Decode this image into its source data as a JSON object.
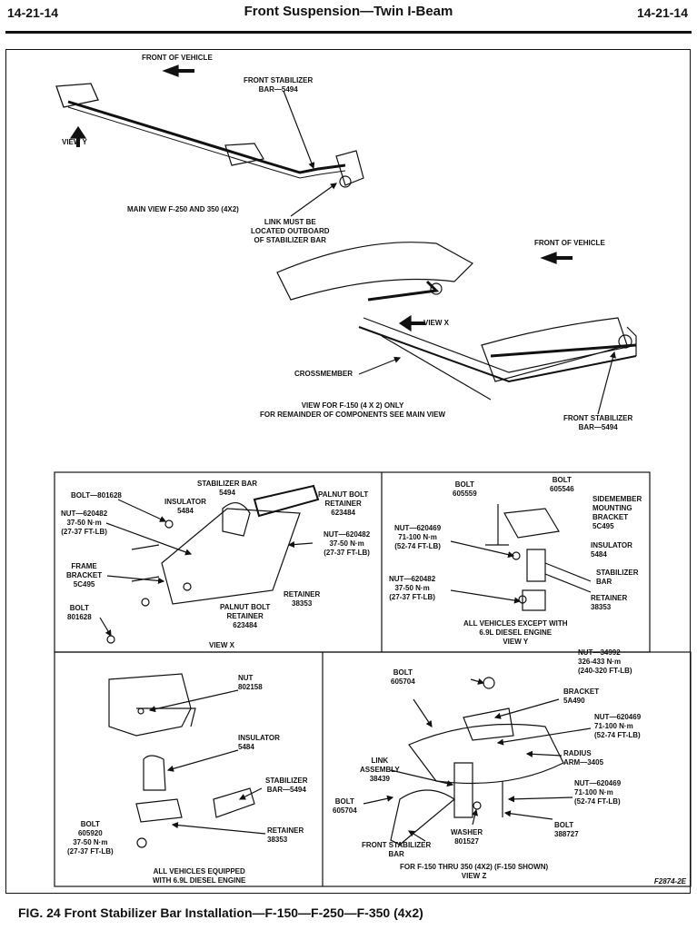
{
  "header": {
    "page_left": "14-21-14",
    "title": "Front Suspension—Twin I-Beam",
    "page_right": "14-21-14"
  },
  "main": {
    "front_of_vehicle_1": "FRONT OF VEHICLE",
    "stabilizer_bar_top": "FRONT STABILIZER\nBAR—5494",
    "view_y_arrow": "VIEW Y",
    "main_view_caption": "MAIN VIEW F-250 AND 350 (4X2)",
    "link_note": "LINK MUST BE\nLOCATED OUTBOARD\nOF STABILIZER BAR",
    "front_of_vehicle_2": "FRONT OF VEHICLE",
    "view_x_arrow": "VIEW X",
    "crossmember": "CROSSMEMBER",
    "f150_caption": "VIEW FOR F-150 (4 X 2) ONLY\nFOR REMAINDER OF COMPONENTS SEE MAIN VIEW",
    "stabilizer_bar_right": "FRONT STABILIZER\nBAR—5494"
  },
  "view_x": {
    "bolt_801628_top": "BOLT—801628",
    "stabilizer_bar": "STABILIZER BAR\n5494",
    "insulator": "INSULATOR\n5484",
    "palnut_retainer_top": "PALNUT BOLT\nRETAINER\n623484",
    "nut_620482_left": "NUT—620482\n37-50 N·m\n(27-37 FT-LB)",
    "nut_620482_right": "NUT—620482\n37-50 N·m\n(27-37 FT-LB)",
    "frame_bracket": "FRAME\nBRACKET\n5C495",
    "retainer": "RETAINER\n38353",
    "bolt_801628_bottom": "BOLT\n801628",
    "palnut_retainer_bottom": "PALNUT BOLT\nRETAINER\n623484",
    "caption": "VIEW X"
  },
  "view_y": {
    "bolt_605559": "BOLT\n605559",
    "bolt_605546": "BOLT\n605546",
    "sidemember_bracket": "SIDEMEMBER\nMOUNTING\nBRACKET\n5C495",
    "nut_620469": "NUT—620469\n71-100 N·m\n(52-74 FT-LB)",
    "insulator": "INSULATOR\n5484",
    "nut_620482": "NUT—620482\n37-50 N·m\n(27-37 FT-LB)",
    "stabilizer_bar": "STABILIZER\nBAR",
    "retainer": "RETAINER\n38353",
    "caption": "ALL VEHICLES EXCEPT WITH\n6.9L DIESEL ENGINE\nVIEW Y"
  },
  "diesel_view": {
    "nut": "NUT\n802158",
    "insulator": "INSULATOR\n5484",
    "stabilizer_bar": "STABILIZER\nBAR—5494",
    "bolt": "BOLT\n605920\n37-50 N·m\n(27-37 FT-LB)",
    "retainer": "RETAINER\n38353",
    "caption": "ALL VEHICLES EQUIPPED\nWITH 6.9L DIESEL ENGINE"
  },
  "view_z": {
    "bolt_605704_top": "BOLT\n605704",
    "nut_34992": "NUT—34992\n326-433 N·m\n(240-320 FT-LB)",
    "bracket": "BRACKET\n5A490",
    "nut_620469_top": "NUT—620469\n71-100 N·m\n(52-74 FT-LB)",
    "radius_arm": "RADIUS\nARM—3405",
    "link_assembly": "LINK\nASSEMBLY\n38439",
    "nut_620469_bottom": "NUT—620469\n71-100 N·m\n(52-74 FT-LB)",
    "bolt_605704_left": "BOLT\n605704",
    "bolt_388727": "BOLT\n388727",
    "washer": "WASHER\n801527",
    "front_stabilizer_bar": "FRONT STABILIZER\nBAR",
    "caption": "FOR F-150 THRU 350 (4X2) (F-150 SHOWN)\nVIEW Z"
  },
  "figure": {
    "code": "F2874-2E",
    "caption": "FIG. 24  Front Stabilizer Bar Installation—F-150—F-250—F-350 (4x2)"
  }
}
